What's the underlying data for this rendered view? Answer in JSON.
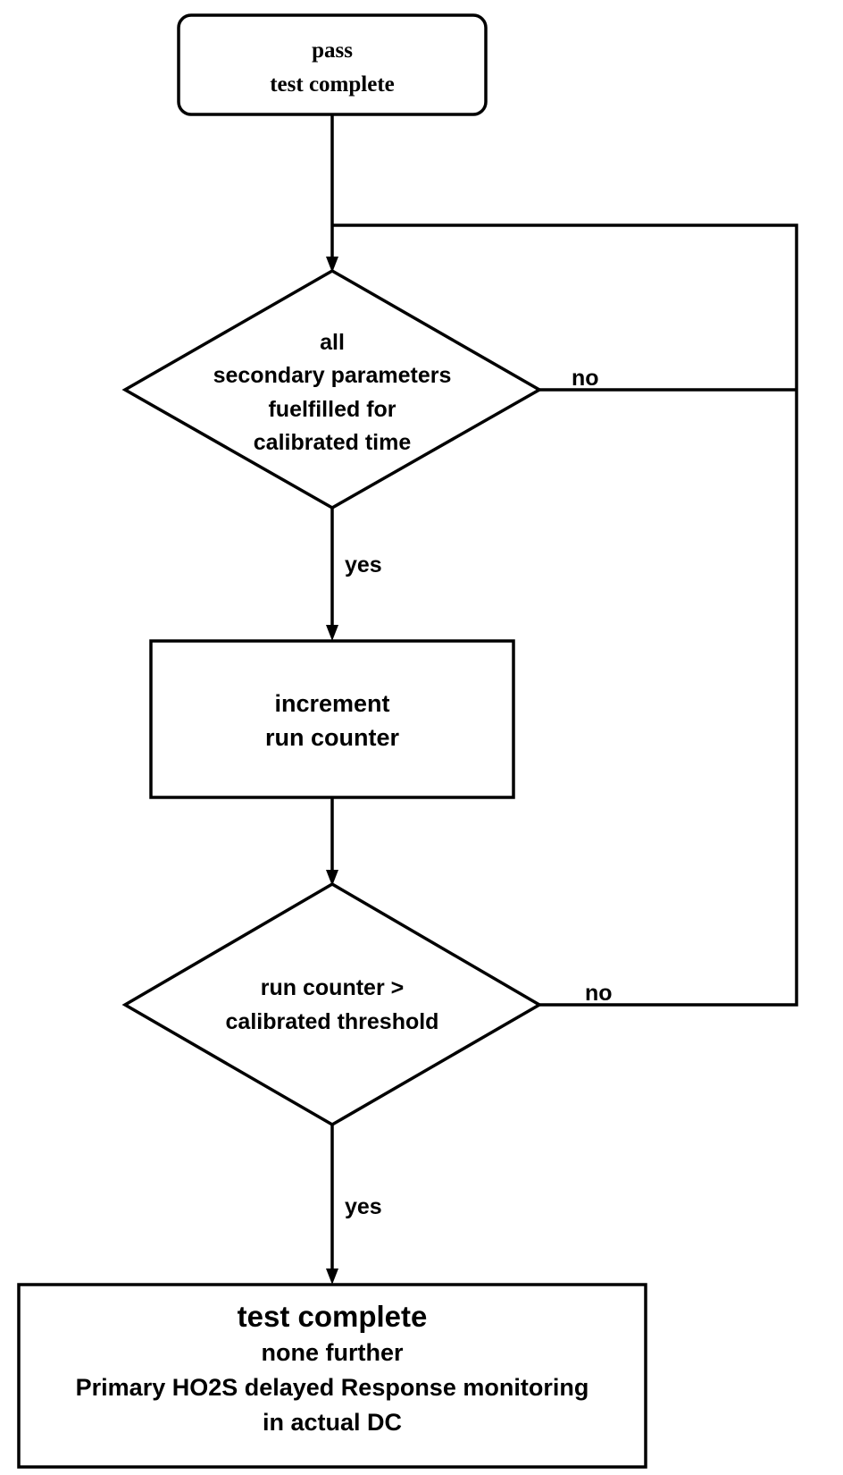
{
  "nodes": {
    "start": {
      "lines": [
        "pass",
        "test complete"
      ]
    },
    "decision1": {
      "lines": [
        "all",
        "secondary parameters",
        "fuelfilled for",
        "calibrated time"
      ]
    },
    "process": {
      "lines": [
        "increment",
        "run counter"
      ]
    },
    "decision2": {
      "lines": [
        "run counter >",
        "calibrated threshold"
      ]
    },
    "end": {
      "title": "test complete",
      "lines": [
        "none further",
        "Primary HO2S delayed Response monitoring",
        "in actual DC"
      ]
    }
  },
  "edges": {
    "decision1_no": "no",
    "decision1_yes": "yes",
    "decision2_no": "no",
    "decision2_yes": "yes"
  }
}
